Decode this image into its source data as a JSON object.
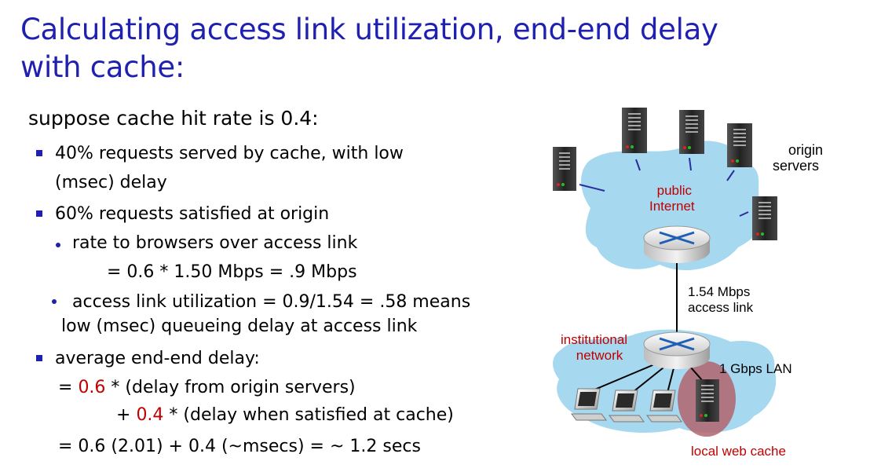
{
  "slide": {
    "title_line1": "Calculating access link utilization, end-end delay",
    "title_line2": "with cache:",
    "intro": "suppose cache hit rate is 0.4:",
    "bullet1_line1": "40% requests served by cache, with low",
    "bullet1_line2": "(msec) delay",
    "bullet2": "60% requests satisfied at origin",
    "sub1": "rate to browsers over access link",
    "sub1_eq": "= 0.6 * 1.50 Mbps  =  .9 Mbps",
    "sub2_line1": "access link utilization = 0.9/1.54 = .58 means",
    "sub2_line2": "low (msec) queueing delay at access link",
    "bullet3": "average end-end delay:",
    "eq1_prefix": "= ",
    "eq1_red": "0.6",
    "eq1_rest": " * (delay from origin servers)",
    "eq2_prefix": "+ ",
    "eq2_red": "0.4",
    "eq2_rest": " * (delay when satisfied at cache)",
    "eq3": "= 0.6 (2.01) + 0.4 (~msecs) = ~ 1.2 secs"
  },
  "diagram": {
    "origin_servers_1": "origin",
    "origin_servers_2": "servers",
    "public_internet_1": "public",
    "public_internet_2": "Internet",
    "access_link_1": "1.54 Mbps",
    "access_link_2": "access link",
    "institutional_1": "institutional",
    "institutional_2": "network",
    "lan": "1 Gbps LAN",
    "cache": "local web cache",
    "colors": {
      "title": "#1f1fb0",
      "red": "#c00000",
      "cloud": "#a6d8f0",
      "cache_highlight": "#b0656f"
    }
  }
}
